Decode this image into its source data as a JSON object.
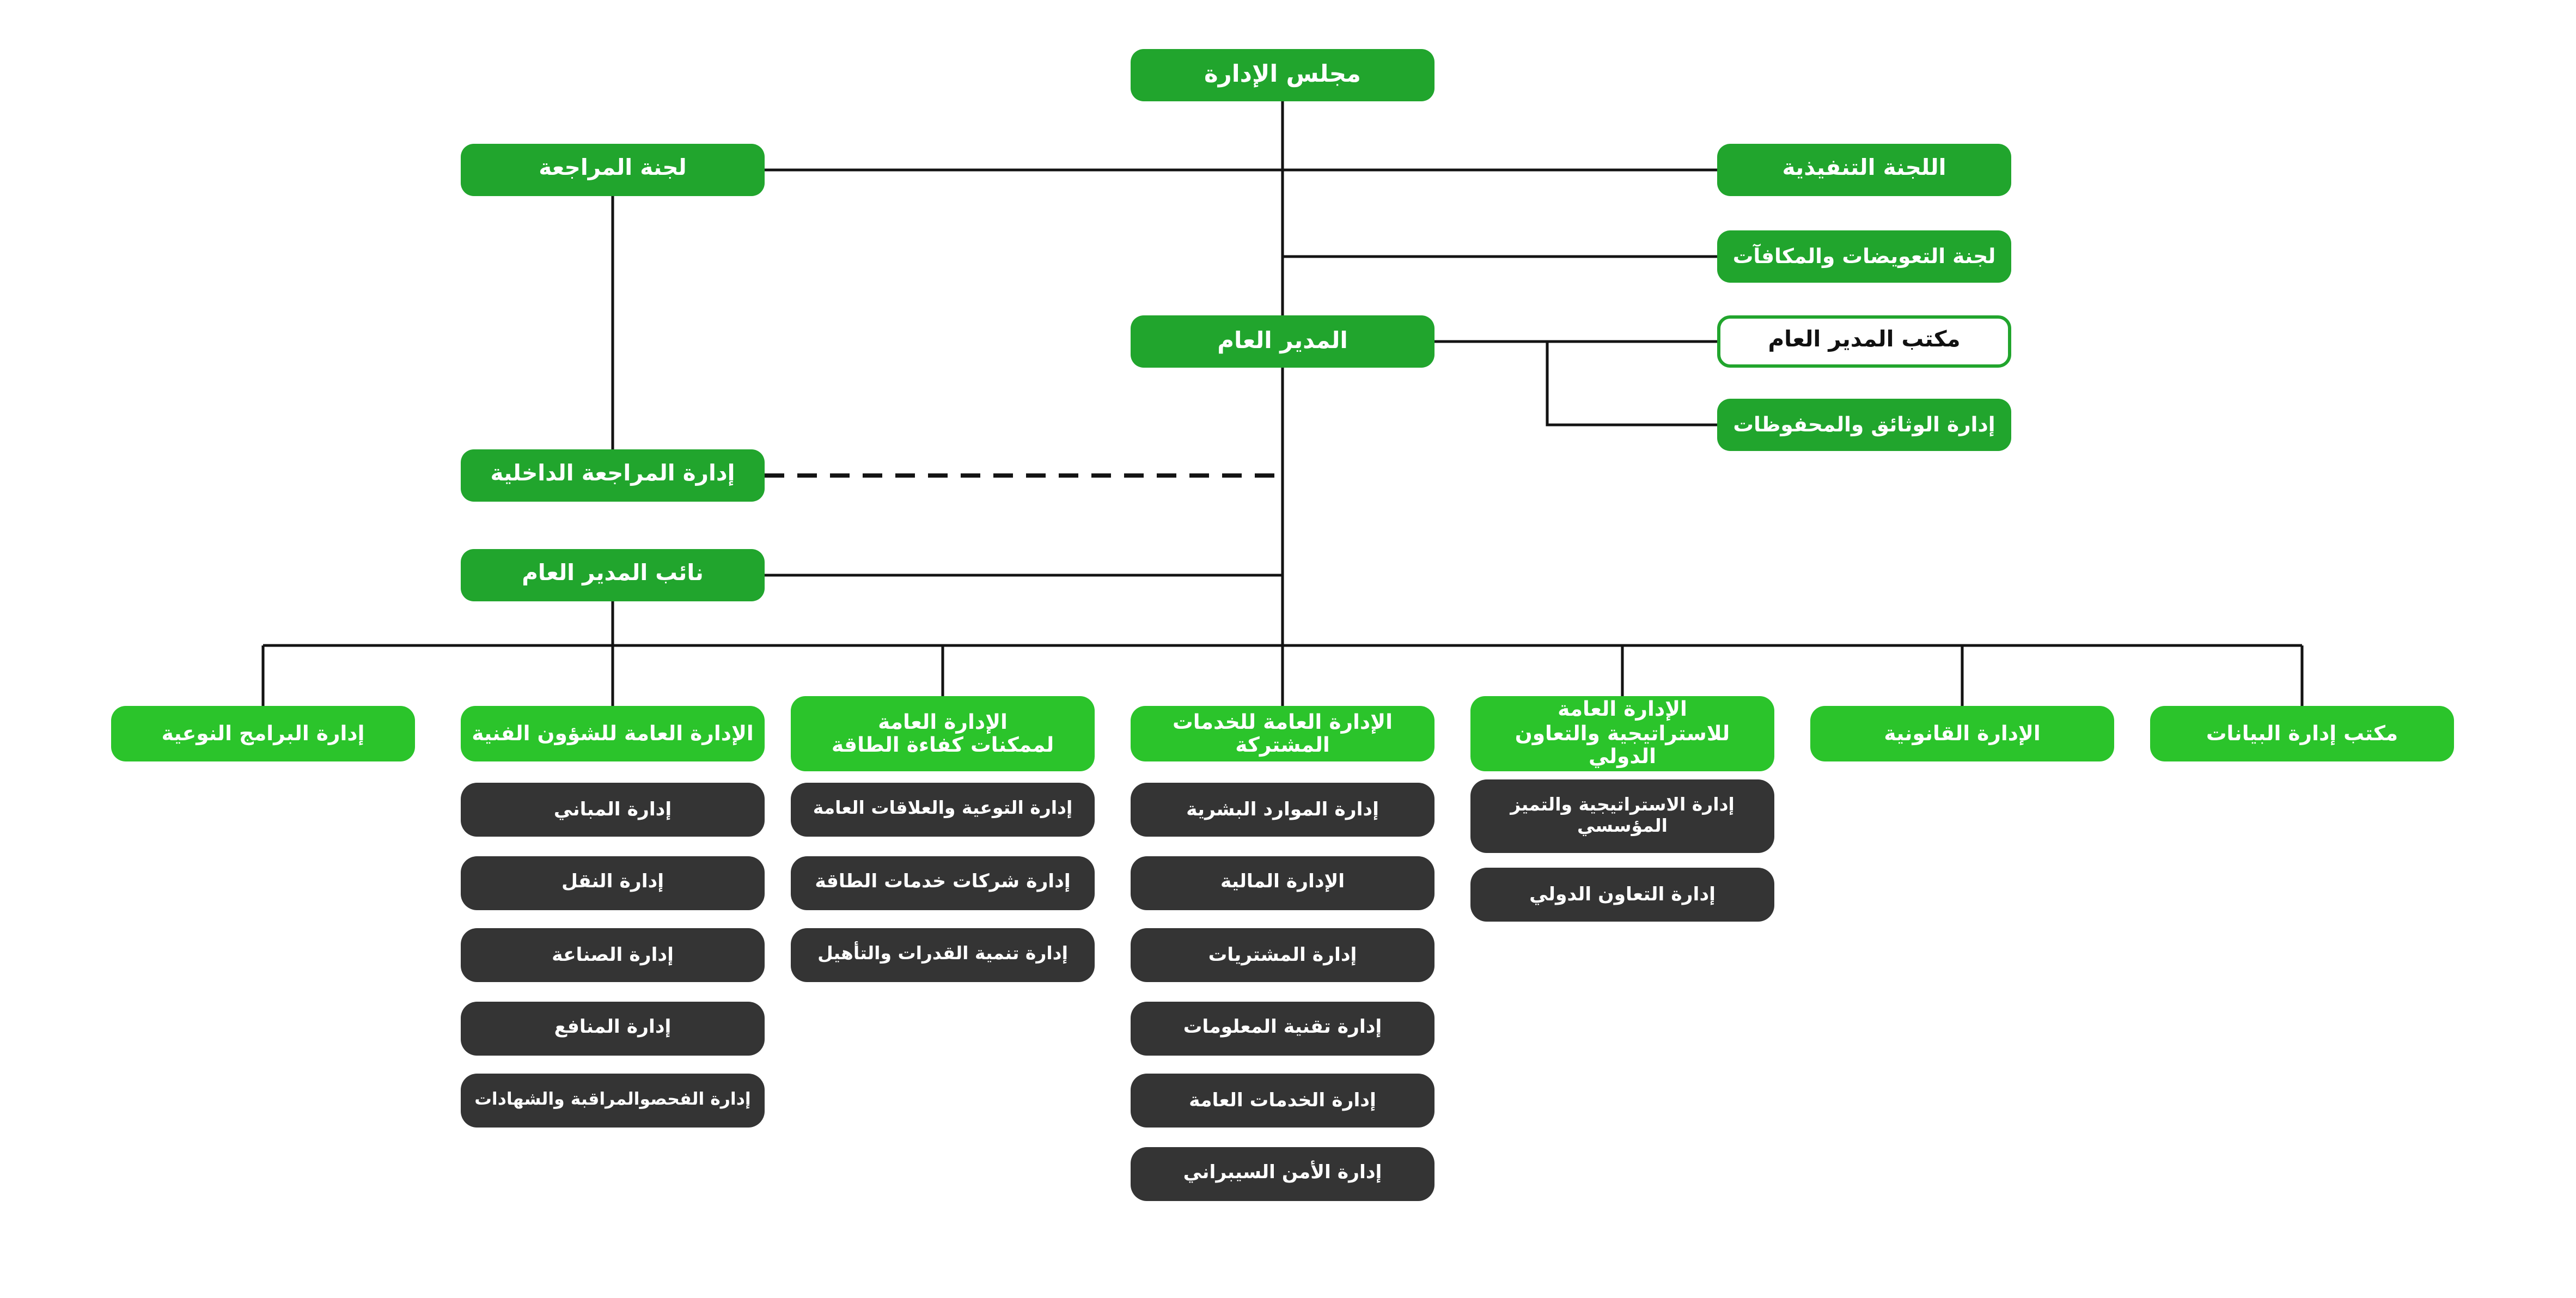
{
  "app": {
    "type": "organizational-chart",
    "language": "ar",
    "direction": "rtl"
  },
  "colors": {
    "committee_green": "#21A52D",
    "department_green": "#2BC42B",
    "dark_gray": "#343434",
    "connector_black": "#131313",
    "background": "#FFFFFF",
    "gm_office_bg": "#FFFFFF",
    "gm_office_text": "#111111"
  },
  "nodes": {
    "board": {
      "label": "مجلس الإدارة"
    },
    "audit_committee": {
      "label": "لجنة المراجعة"
    },
    "executive_committee": {
      "label": "اللجنة التنفيذية"
    },
    "compensation_committee": {
      "label": "لجنة التعويضات والمكافآت"
    },
    "general_manager": {
      "label": "المدير العام"
    },
    "gm_office": {
      "label": "مكتب المدير العام"
    },
    "documents_archives": {
      "label": "إدارة الوثائق والمحفوظات"
    },
    "internal_audit": {
      "label": "إدارة المراجعة الداخلية"
    },
    "deputy_general_manager": {
      "label": "نائب المدير العام"
    }
  },
  "departments": [
    {
      "label": "إدارة البرامج النوعية",
      "children": []
    },
    {
      "label": "الإدارة العامة للشؤون الفنية",
      "children": [
        "إدارة المباني",
        "إدارة النقل",
        "إدارة الصناعة",
        "إدارة المنافع",
        "إدارة الفحصوالمراقبة والشهادات"
      ]
    },
    {
      "label_line1": "الإدارة العامة",
      "label_line2": "لممكنات كفاءة الطاقة",
      "children": [
        "إدارة التوعية والعلاقات العامة",
        "إدارة شركات خدمات الطاقة",
        "إدارة تنمية القدرات والتأهيل"
      ]
    },
    {
      "label": "الإدارة العامة للخدمات المشتركة",
      "children": [
        "إدارة الموارد البشرية",
        "الإدارة المالية",
        "إدارة المشتريات",
        "إدارة تقنية المعلومات",
        "إدارة الخدمات العامة",
        "إدارة الأمن السيبراني"
      ]
    },
    {
      "label_line1": "الإدارة العامة",
      "label_line2": "للاستراتيجية والتعاون الدولي",
      "children": [
        {
          "line1": "إدارة الاستراتيجية والتميز",
          "line2": "المؤسسي"
        },
        "إدارة التعاون الدولي"
      ]
    },
    {
      "label": "الإدارة القانونية",
      "children": []
    },
    {
      "label": "مكتب إدارة البيانات",
      "children": []
    }
  ]
}
